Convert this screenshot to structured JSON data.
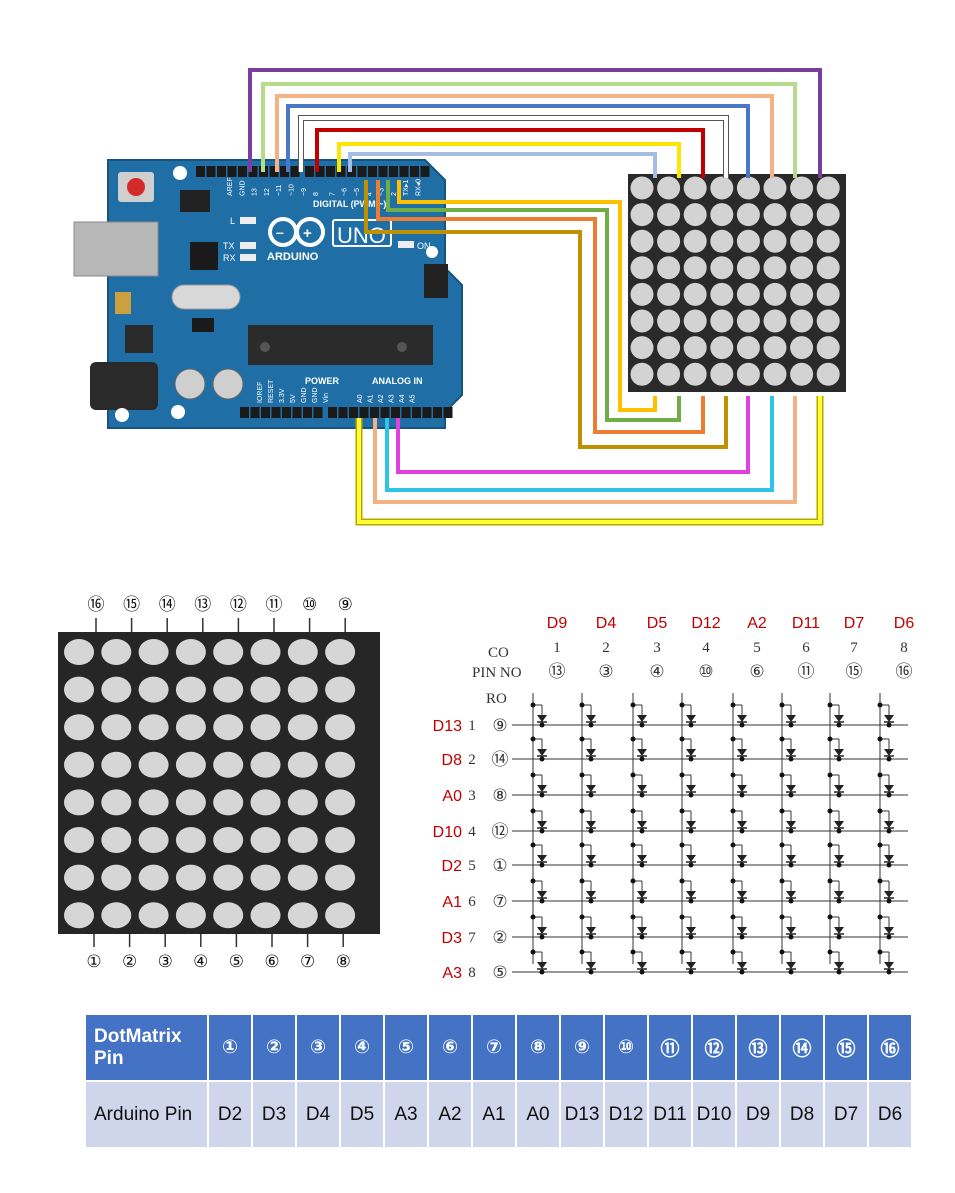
{
  "board": {
    "brand": "ARDUINO",
    "model": "UNO",
    "digital_label": "DIGITAL (PWM ~)",
    "power_label": "POWER",
    "analog_label": "ANALOG IN",
    "on_label": "ON",
    "led_labels": [
      "L",
      "TX",
      "RX"
    ],
    "digital_pin_labels": [
      "AREF",
      "GND",
      "13",
      "12",
      "~11",
      "~10",
      "~9",
      "8",
      "7",
      "~6",
      "~5",
      "4",
      "~3",
      "2",
      "TX▸1",
      "RX◂0"
    ],
    "power_pin_labels": [
      "IOREF",
      "RESET",
      "3.3V",
      "5V",
      "GND",
      "GND",
      "Vin"
    ],
    "analog_pin_labels": [
      "A0",
      "A1",
      "A2",
      "A3",
      "A4",
      "A5"
    ]
  },
  "wire_colors": {
    "purple": "#7a3ea1",
    "lightgreen": "#b5dc8a",
    "peach": "#f4b183",
    "blue": "#4a78c8",
    "white": "#ffffff",
    "red": "#c00000",
    "orange": "#c55a11",
    "yellow": "#ffe600",
    "lightblue": "#a5bde3",
    "gold": "#ffc000",
    "green": "#70ad47",
    "brightorange": "#ed7d31",
    "mustard": "#bf9000",
    "magenta": "#e040e0",
    "cyan": "#2ec4e6",
    "brightyellow": "#ffff33"
  },
  "matrix_labels": {
    "top": [
      "⑯",
      "⑮",
      "⑭",
      "⑬",
      "⑫",
      "⑪",
      "⑩",
      "⑨"
    ],
    "bottom": [
      "①",
      "②",
      "③",
      "④",
      "⑤",
      "⑥",
      "⑦",
      "⑧"
    ]
  },
  "schematic": {
    "co_label": "CO",
    "pin_no_label": "PIN NO",
    "ro_label": "RO",
    "columns": [
      {
        "arduino": "D9",
        "num": "1",
        "pin": "⑬"
      },
      {
        "arduino": "D4",
        "num": "2",
        "pin": "③"
      },
      {
        "arduino": "D5",
        "num": "3",
        "pin": "④"
      },
      {
        "arduino": "D12",
        "num": "4",
        "pin": "⑩"
      },
      {
        "arduino": "A2",
        "num": "5",
        "pin": "⑥"
      },
      {
        "arduino": "D11",
        "num": "6",
        "pin": "⑪"
      },
      {
        "arduino": "D7",
        "num": "7",
        "pin": "⑮"
      },
      {
        "arduino": "D6",
        "num": "8",
        "pin": "⑯"
      }
    ],
    "rows": [
      {
        "arduino": "D13",
        "num": "1",
        "pin": "⑨"
      },
      {
        "arduino": "D8",
        "num": "2",
        "pin": "⑭"
      },
      {
        "arduino": "A0",
        "num": "3",
        "pin": "⑧"
      },
      {
        "arduino": "D10",
        "num": "4",
        "pin": "⑫"
      },
      {
        "arduino": "D2",
        "num": "5",
        "pin": "①"
      },
      {
        "arduino": "A1",
        "num": "6",
        "pin": "⑦"
      },
      {
        "arduino": "D3",
        "num": "7",
        "pin": "②"
      },
      {
        "arduino": "A3",
        "num": "8",
        "pin": "⑤"
      }
    ],
    "label_color": "#c00000"
  },
  "table": {
    "header_label": "DotMatrix Pin",
    "row_label": "Arduino Pin",
    "dot_pins": [
      "①",
      "②",
      "③",
      "④",
      "⑤",
      "⑥",
      "⑦",
      "⑧",
      "⑨",
      "⑩",
      "⑪",
      "⑫",
      "⑬",
      "⑭",
      "⑮",
      "⑯"
    ],
    "arduino_pins": [
      "D2",
      "D3",
      "D4",
      "D5",
      "A3",
      "A2",
      "A1",
      "A0",
      "D13",
      "D12",
      "D11",
      "D10",
      "D9",
      "D8",
      "D7",
      "D6"
    ]
  }
}
